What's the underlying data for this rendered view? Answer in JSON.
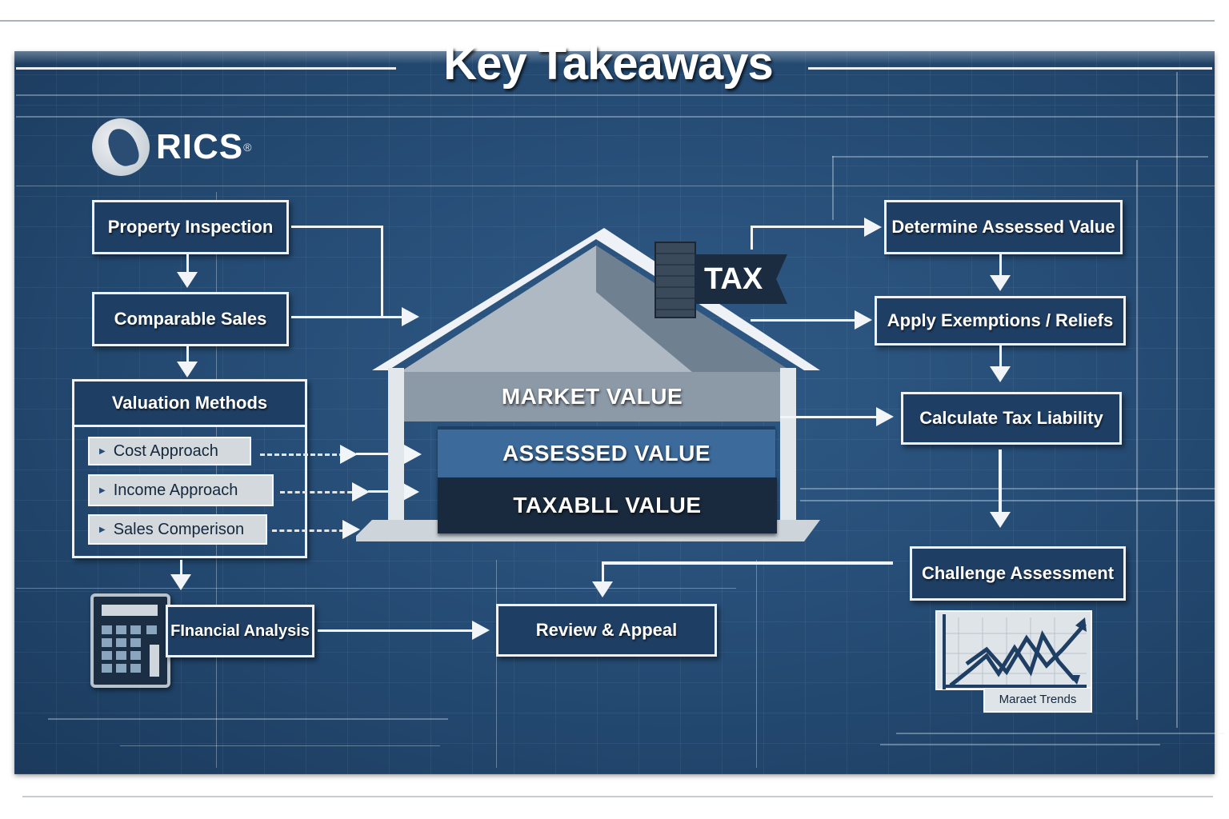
{
  "title": "Key Takeaways",
  "logo": {
    "text": "RICS",
    "registered": "®"
  },
  "left_flow": {
    "property_inspection": "Property Inspection",
    "comparable_sales": "Comparable Sales",
    "valuation_methods": {
      "heading": "Valuation Methods",
      "items": [
        "Cost Approach",
        "Income Approach",
        "Sales Comperison"
      ]
    },
    "financial_analysis": "FInancial Analysis"
  },
  "house": {
    "flag": "TAX",
    "layers": [
      "MARKET VALUE",
      "ASSESSED VALUE",
      "TAXABLL VALUE"
    ]
  },
  "right_flow": {
    "steps": [
      "Determine Assessed Value",
      "Apply Exemptions / Reliefs",
      "Calculate Tax Liability",
      "Challenge Assessment"
    ]
  },
  "review_appeal": "Review & Appeal",
  "market_trends": {
    "label": "Maraet Trends"
  },
  "colors": {
    "board": "#244a72",
    "box_fill": "#1f3e63",
    "box_border": "#eef2f6",
    "assessed_layer": "#3c6a9a",
    "taxable_layer": "#1a2a3e",
    "market_layer": "#8c9aa8"
  }
}
